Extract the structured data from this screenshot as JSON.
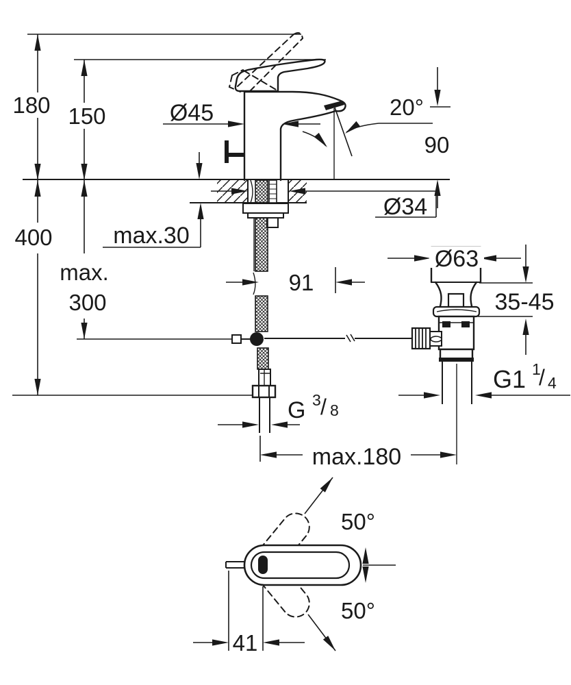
{
  "meta": {
    "type": "technical-installation-drawing",
    "subject": "single-lever basin mixer with pop-up waste",
    "line_color": "#1a1a1a",
    "background_color": "#ffffff",
    "units": "mm"
  },
  "labels": {
    "overall_height": "180",
    "handle_height": "150",
    "body_diameter": "Ø45",
    "spout_angle": "20°",
    "spout_height": "90",
    "deck_max": "max.30",
    "hole_diameter": "Ø34",
    "below_deck": "400",
    "rod_max_1": "max.",
    "rod_max_2": "300",
    "spout_reach": "91",
    "waste_diameter": "Ø63",
    "clamp_range": "35-45",
    "waste_thread_base": "G1",
    "waste_thread_num": "1",
    "waste_thread_slash": "/",
    "waste_thread_den": "4",
    "rod_reach": "max.180",
    "supply_thread_base": "G",
    "supply_thread_num": "3",
    "supply_thread_slash": "/",
    "supply_thread_den": "8",
    "swing_upper": "50°",
    "swing_lower": "50°",
    "handle_pivot_offset": "41"
  }
}
